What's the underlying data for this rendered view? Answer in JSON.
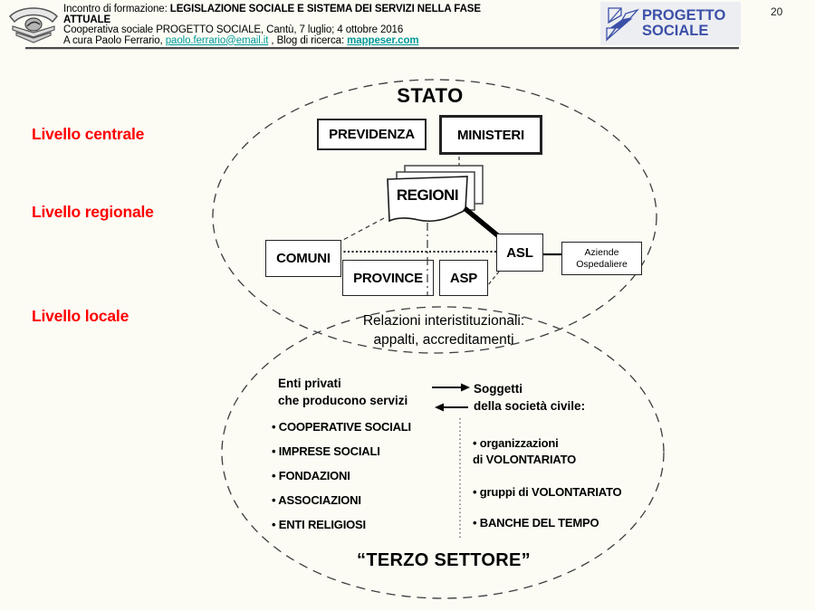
{
  "header": {
    "line1_prefix": "Incontro di formazione: ",
    "line1_bold": "LEGISLAZIONE SOCIALE E SISTEMA DEI SERVIZI NELLA FASE",
    "line2_bold": "ATTUALE",
    "line3": "Cooperativa sociale PROGETTO SOCIALE, Cantù, 7 luglio; 4 ottobre 2016",
    "line4_prefix": "A cura Paolo Ferrario, ",
    "email_link": "paolo.ferrario@email.it",
    "line4_mid": " , Blog di ricerca: ",
    "blog_link": "mappeser.com",
    "page_number": "20",
    "logo_line1": "PROGETTO",
    "logo_line2": "SOCIALE",
    "link_color": "#009a9a",
    "logo_blue": "#3c50a8"
  },
  "levels": {
    "central": "Livello centrale",
    "regional": "Livello regionale",
    "local": "Livello locale",
    "color": "#ff0000"
  },
  "diagram": {
    "stato": "STATO",
    "previdenza": "PREVIDENZA",
    "ministeri": "MINISTERI",
    "regioni": "REGIONI",
    "comuni": "COMUNI",
    "province": "PROVINCE",
    "asp": "ASP",
    "asl": "ASL",
    "aziende_line1": "Aziende",
    "aziende_line2": "Ospedaliere",
    "relazioni_line1": "Relazioni interistituzionali:",
    "relazioni_line2": "appalti, accreditamenti",
    "enti_privati_line1": "Enti privati",
    "enti_privati_line2": "che producono servizi",
    "soggetti_line1": "Soggetti",
    "soggetti_line2": "della società civile:",
    "left_list": [
      "• COOPERATIVE SOCIALI",
      "• IMPRESE SOCIALI",
      "• FONDAZIONI",
      "• ASSOCIAZIONI",
      "• ENTI RELIGIOSI"
    ],
    "right_list_lines": [
      "• organizzazioni",
      "di VOLONTARIATO",
      "• gruppi di VOLONTARIATO",
      "• BANCHE DEL TEMPO"
    ],
    "terzo_settore": "“TERZO SETTORE”"
  }
}
